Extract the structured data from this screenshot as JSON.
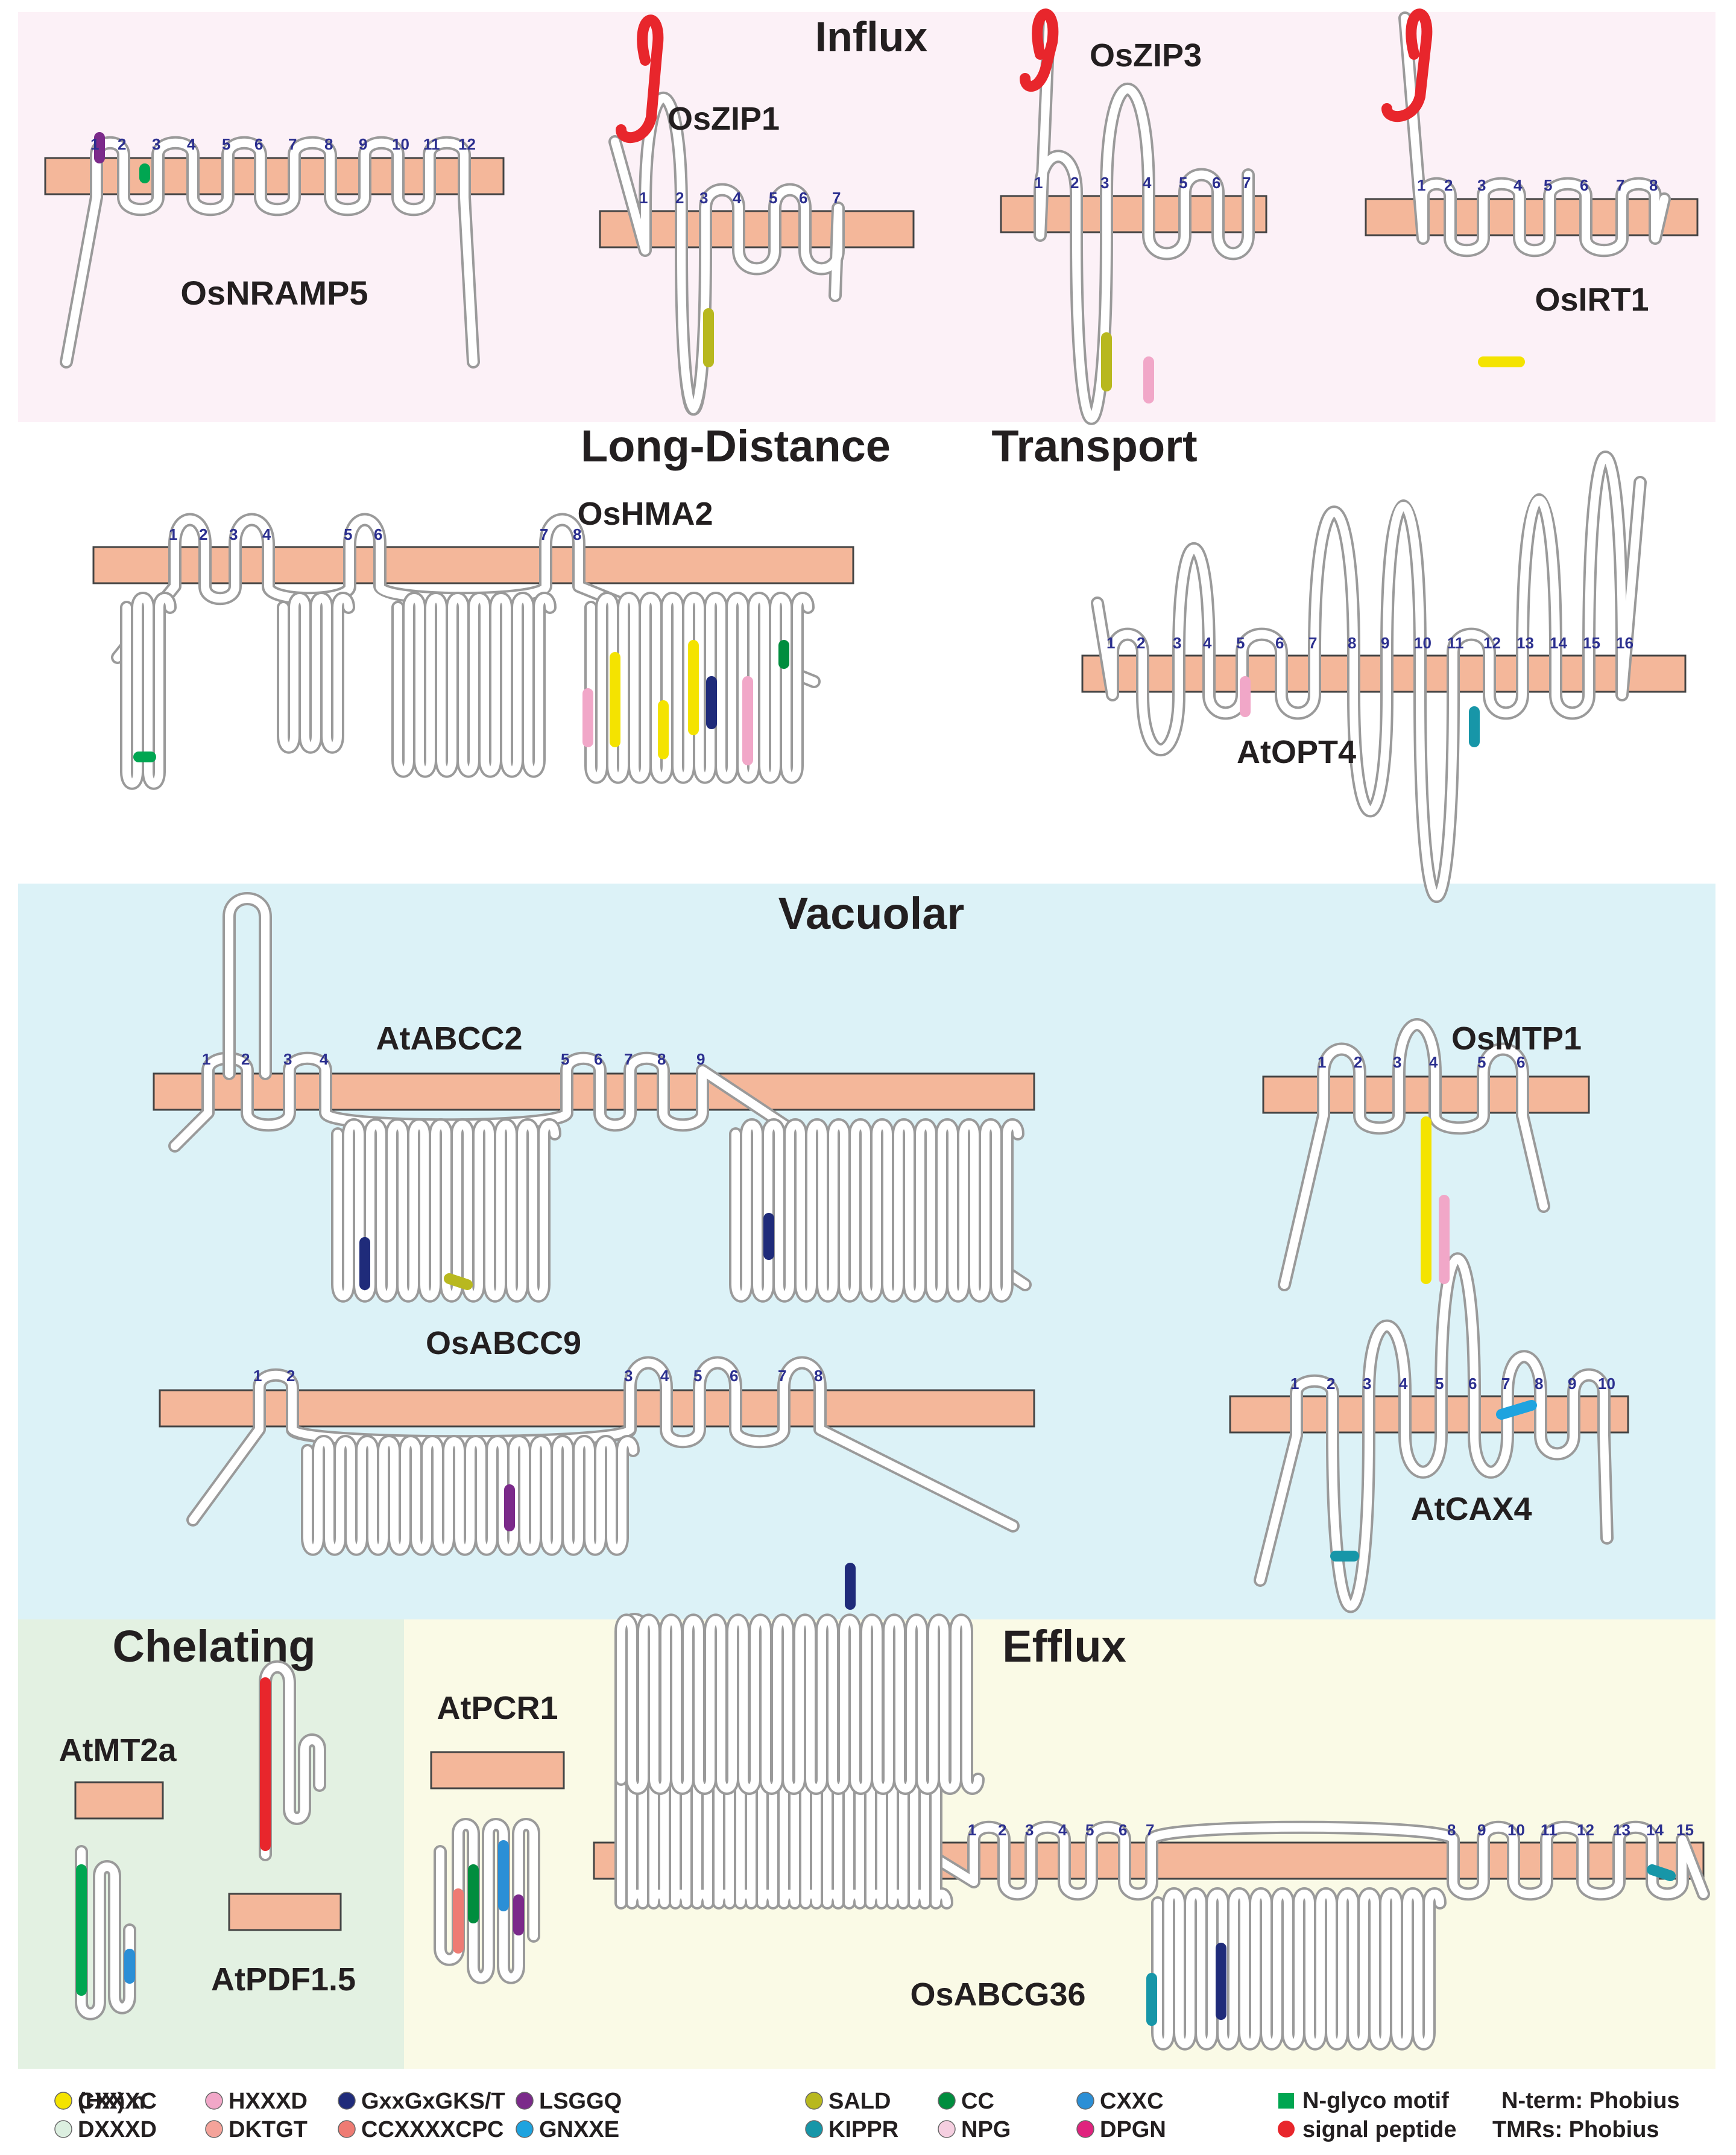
{
  "colors": {
    "influx_bg": "#fcf1f7",
    "vacuolar_bg": "#dcf2f7",
    "chelating_bg": "#e3f1e2",
    "efflux_bg": "#fafae6",
    "membrane": "#f4b79a",
    "signal_peptide": "#e8262c",
    "nglyco": "#00a651"
  },
  "sections": {
    "influx": "Influx",
    "long_distance": "Long-Distance",
    "transport": "Transport",
    "vacuolar": "Vacuolar",
    "chelating": "Chelating",
    "efflux": "Efflux"
  },
  "proteins": [
    {
      "id": "osnramp5",
      "name": "OsNRAMP5",
      "tm": [
        "1",
        "2",
        "3",
        "4",
        "5",
        "6",
        "7",
        "8",
        "9",
        "10",
        "11",
        "12"
      ]
    },
    {
      "id": "oszip1",
      "name": "OsZIP1",
      "tm": [
        "1",
        "2",
        "3",
        "4",
        "5",
        "6",
        "7"
      ]
    },
    {
      "id": "oszip3",
      "name": "OsZIP3",
      "tm": [
        "1",
        "2",
        "3",
        "4",
        "5",
        "6",
        "7"
      ]
    },
    {
      "id": "osirt1",
      "name": "OsIRT1",
      "tm": [
        "1",
        "2",
        "3",
        "4",
        "5",
        "6",
        "7",
        "8"
      ]
    },
    {
      "id": "oshma2",
      "name": "OsHMA2",
      "tm": [
        "1",
        "2",
        "3",
        "4",
        "5",
        "6",
        "7",
        "8"
      ]
    },
    {
      "id": "atopt4",
      "name": "AtOPT4",
      "tm": [
        "1",
        "2",
        "3",
        "4",
        "5",
        "6",
        "7",
        "8",
        "9",
        "10",
        "11",
        "12",
        "13",
        "14",
        "15",
        "16"
      ]
    },
    {
      "id": "atabcc2",
      "name": "AtABCC2",
      "tm": [
        "1",
        "2",
        "3",
        "4",
        "5",
        "6",
        "7",
        "8",
        "9"
      ]
    },
    {
      "id": "osmtp1",
      "name": "OsMTP1",
      "tm": [
        "1",
        "2",
        "3",
        "4",
        "5",
        "6"
      ]
    },
    {
      "id": "osabcc9",
      "name": "OsABCC9",
      "tm": [
        "1",
        "2",
        "3",
        "4",
        "5",
        "6",
        "7",
        "8"
      ]
    },
    {
      "id": "atcax4",
      "name": "AtCAX4",
      "tm": [
        "1",
        "2",
        "3",
        "4",
        "5",
        "6",
        "7",
        "8",
        "9",
        "10"
      ]
    },
    {
      "id": "atmt2a",
      "name": "AtMT2a",
      "tm": []
    },
    {
      "id": "atpdf15",
      "name": "AtPDF1.5",
      "tm": []
    },
    {
      "id": "atpcr1",
      "name": "AtPCR1",
      "tm": []
    },
    {
      "id": "osabcg36",
      "name": "OsABCG36",
      "tm": [
        "1",
        "2",
        "3",
        "4",
        "5",
        "6",
        "7",
        "8",
        "9",
        "10",
        "11",
        "12",
        "13",
        "14",
        "15"
      ]
    }
  ],
  "legend": {
    "motifs": [
      {
        "label": "CXXXC",
        "color": "#00a651"
      },
      {
        "label": "DXXXD",
        "color": "#dcefe0"
      },
      {
        "label": "HXXXD",
        "color": "#f1a7c8"
      },
      {
        "label": "DKTGT",
        "color": "#f4a39a"
      },
      {
        "label": "GxxGxGKS/T",
        "color": "#1f2b7a"
      },
      {
        "label": "CCXXXXCPC",
        "color": "#ee7b73"
      },
      {
        "label": "LSGGQ",
        "color": "#7b2a8a"
      },
      {
        "label": "GNXXE",
        "color": "#1ea3df"
      },
      {
        "label": "SALD",
        "color": "#b8b81f"
      },
      {
        "label": "KIPPR",
        "color": "#1796a8"
      },
      {
        "label": "CC",
        "color": "#008d3e"
      },
      {
        "label": "NPG",
        "color": "#f5cfe0"
      },
      {
        "label": "CXXC",
        "color": "#2b8fd6"
      },
      {
        "label": "DPGN",
        "color": "#e0237e"
      },
      {
        "label": "(HX) n",
        "color": "#f4e300"
      }
    ],
    "nglyco": "N-glyco motif",
    "signal": "signal peptide",
    "nterm": "N-term: Phobius",
    "tmrs": "TMRs: Phobius"
  }
}
